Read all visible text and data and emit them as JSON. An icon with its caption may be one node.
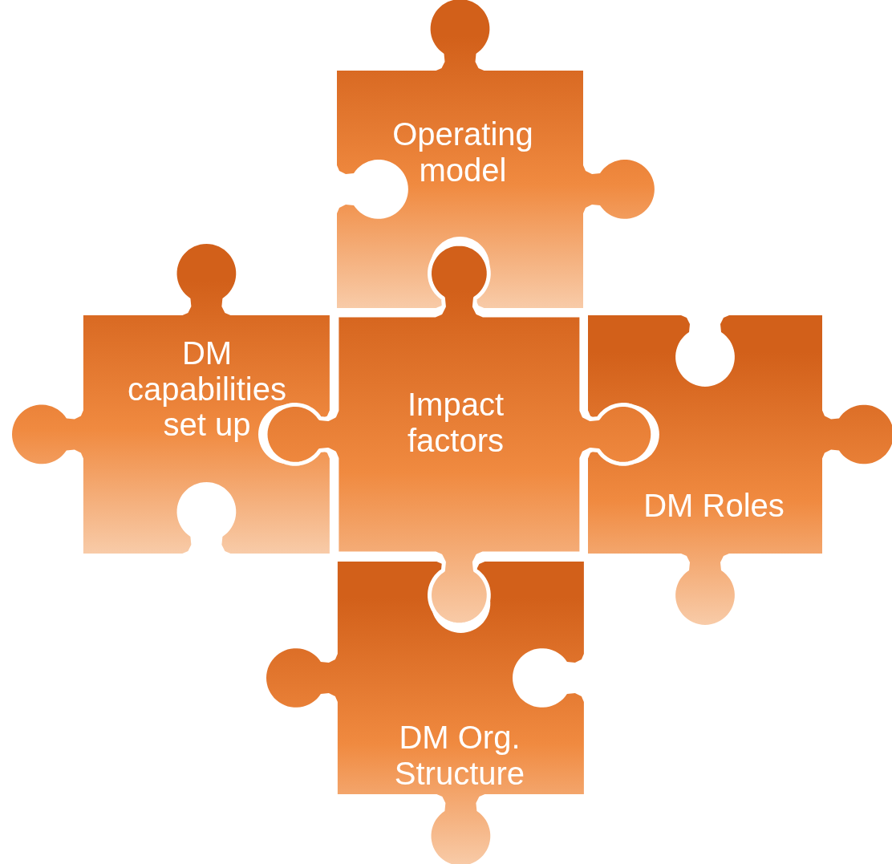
{
  "diagram": {
    "nodes": [
      {
        "text": [
          "Operating model"
        ]
      },
      {
        "text": [
          "DM capabilities set up"
        ]
      },
      {
        "text": [
          "Impact factors"
        ]
      },
      {
        "text": [
          "DM Roles"
        ]
      },
      {
        "text": [
          "DM Org. Structure"
        ]
      }
    ]
  }
}
